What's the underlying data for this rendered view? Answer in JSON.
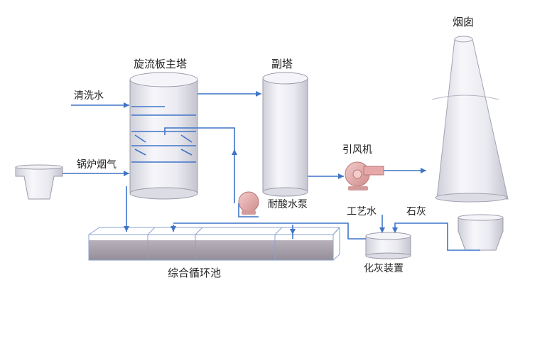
{
  "labels": {
    "main_tower": "旋流板主塔",
    "secondary_tower": "副塔",
    "chimney": "烟囱",
    "wash_water": "清洗水",
    "boiler_flue_gas": "锅炉烟气",
    "induced_fan": "引风机",
    "acid_pump": "耐酸水泵",
    "process_water": "工艺水",
    "lime": "石灰",
    "circulation_pool": "综合循环池",
    "lime_slaking_unit": "化灰装置"
  },
  "colors": {
    "pipe": "#3f74c9",
    "equipment_fill": "#efeff3",
    "pump": "#e6a8a8",
    "pool_water": "#a9a2ab"
  }
}
